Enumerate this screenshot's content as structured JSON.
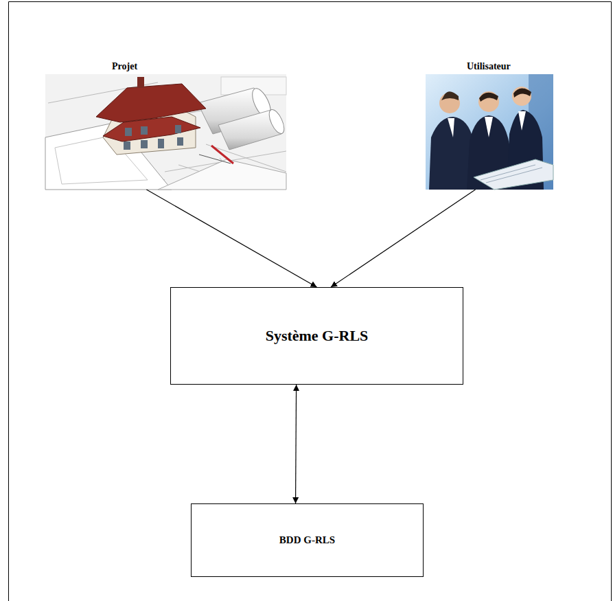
{
  "diagram": {
    "nodes": [
      {
        "text": [
          "Projet"
        ]
      },
      {
        "text": [
          "Utilisateur"
        ]
      },
      {
        "text": [
          "Système G-RLS"
        ]
      },
      {
        "text": [
          "BDD G-RLS"
        ]
      }
    ],
    "edges": [
      {
        "from": 0,
        "to": 2,
        "arrow": "to"
      },
      {
        "from": 1,
        "to": 2,
        "arrow": "to"
      },
      {
        "from": 2,
        "to": 3,
        "arrow": "both"
      }
    ]
  }
}
